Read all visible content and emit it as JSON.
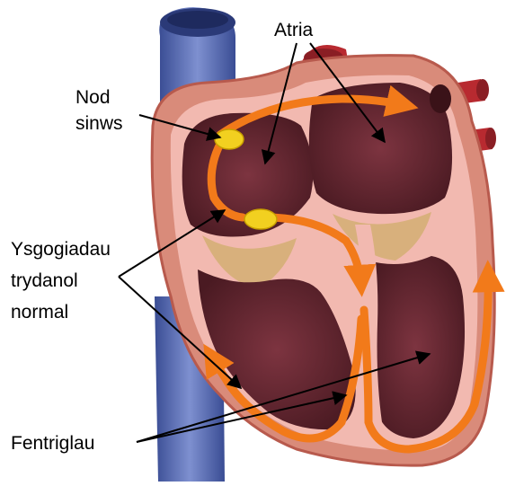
{
  "labels": {
    "atria": "Atria",
    "node_line1": "Nod",
    "node_line2": "sinws",
    "impulses_line1": "Ysgogiadau",
    "impulses_line2": "trydanol",
    "impulses_line3": "normal",
    "ventricles": "Fentriglau"
  },
  "colors": {
    "vessel_blue": "#4a5fa8",
    "heart_wall": "#d98b7a",
    "heart_wall_dark": "#b85a4d",
    "chamber": "#6b2a33",
    "chamber_dark": "#4a1a22",
    "inner_lining": "#f2b9b0",
    "artery_red": "#b82a30",
    "impulse_orange": "#f27a1a",
    "node_yellow": "#f2d020",
    "valve_tan": "#d8b07c"
  }
}
